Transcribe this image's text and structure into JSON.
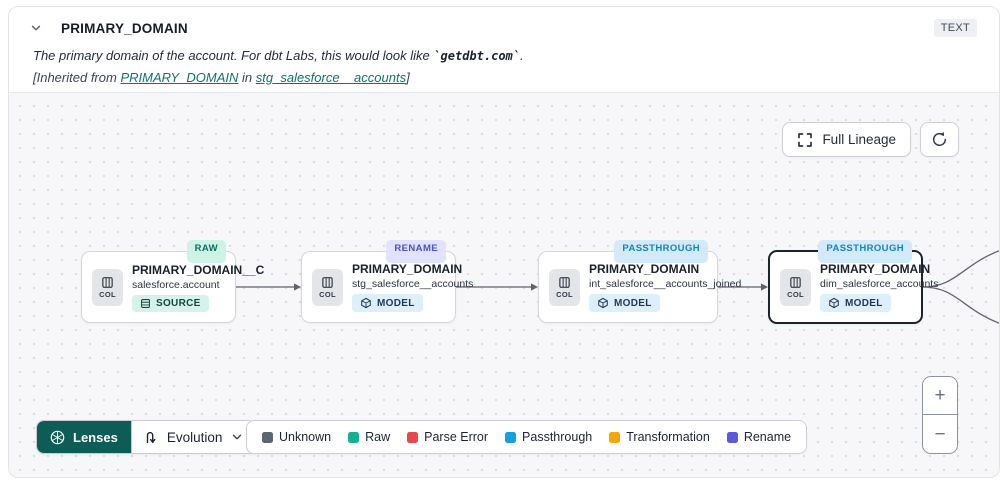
{
  "header": {
    "title": "PRIMARY_DOMAIN",
    "type_badge": "TEXT",
    "description": {
      "prefix": "The primary domain of the account. For dbt Labs, this would look like ",
      "code": "`getdbt.com`",
      "suffix": "."
    },
    "inherited": {
      "prefix": "[Inherited from ",
      "column_link": "PRIMARY_DOMAIN",
      "middle": " in ",
      "model_link": "stg_salesforce__accounts",
      "suffix": "]"
    }
  },
  "toolbar": {
    "full_lineage_label": "Full Lineage"
  },
  "nodes": [
    {
      "evolution_badge": "RAW",
      "col_label": "COL",
      "title": "PRIMARY_DOMAIN__C",
      "subtitle": "salesforce.account",
      "type_label": "SOURCE",
      "selected": false
    },
    {
      "evolution_badge": "RENAME",
      "col_label": "COL",
      "title": "PRIMARY_DOMAIN",
      "subtitle": "stg_salesforce__accounts",
      "type_label": "MODEL",
      "selected": false
    },
    {
      "evolution_badge": "PASSTHROUGH",
      "col_label": "COL",
      "title": "PRIMARY_DOMAIN",
      "subtitle": "int_salesforce__accounts_joined",
      "type_label": "MODEL",
      "selected": false
    },
    {
      "evolution_badge": "PASSTHROUGH",
      "col_label": "COL",
      "title": "PRIMARY_DOMAIN",
      "subtitle": "dim_salesforce_accounts",
      "type_label": "MODEL",
      "selected": true
    }
  ],
  "lenses": {
    "button_label": "Lenses",
    "selected_lens": "Evolution"
  },
  "legend": {
    "items": [
      {
        "label": "Unknown",
        "color": "#5c московcache"
      },
      {
        "label": "Raw",
        "color": "#18b094"
      },
      {
        "label": "Parse Error",
        "color": "#e5484d"
      },
      {
        "label": "Passthrough",
        "color": "#169fdb"
      },
      {
        "label": "Transformation",
        "color": "#f2a50c"
      },
      {
        "label": "Rename",
        "color": "#5b5bd6"
      }
    ]
  },
  "zoom_controls": {
    "zoom_in": "+",
    "zoom_out": "−"
  },
  "colors": {
    "accent_teal": "#0d5c55",
    "link_teal": "#0e7569",
    "badge_raw_bg": "#cdf3e7",
    "badge_raw_fg": "#0d6e5f",
    "badge_rename_bg": "#e1e2fb",
    "badge_rename_fg": "#4d4ed1",
    "badge_passthrough_bg": "#d4eafb",
    "badge_passthrough_fg": "#0f86c4",
    "unknown_fix": "#5c6470"
  }
}
